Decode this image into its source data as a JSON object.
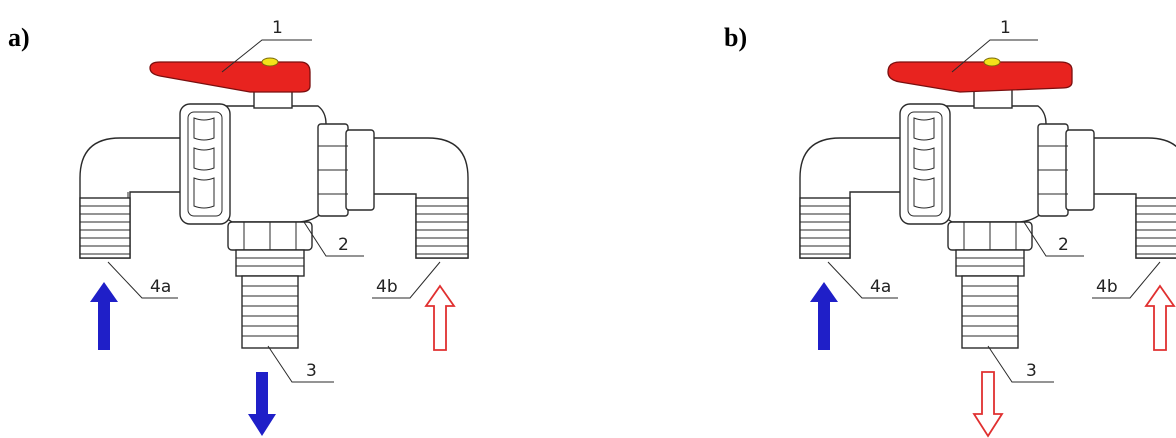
{
  "panels": [
    {
      "label": "a)",
      "callouts": {
        "handle": "1",
        "body": "2",
        "outlet": "3",
        "inlet_left": "4a",
        "inlet_right": "4b"
      },
      "flows": {
        "inlet_left": "active",
        "inlet_right": "inactive",
        "outlet": "active"
      }
    },
    {
      "label": "b)",
      "callouts": {
        "handle": "1",
        "body": "2",
        "outlet": "3",
        "inlet_left": "4a",
        "inlet_right": "4b"
      },
      "flows": {
        "inlet_left": "active",
        "inlet_right": "inactive",
        "outlet": "inactive"
      }
    }
  ],
  "colors": {
    "handle": "#e8231f",
    "handle_knob": "#f4e21a",
    "active_arrow": "#1f1fc8",
    "inactive_arrow": "#e03030",
    "line": "#2a2a2a"
  }
}
